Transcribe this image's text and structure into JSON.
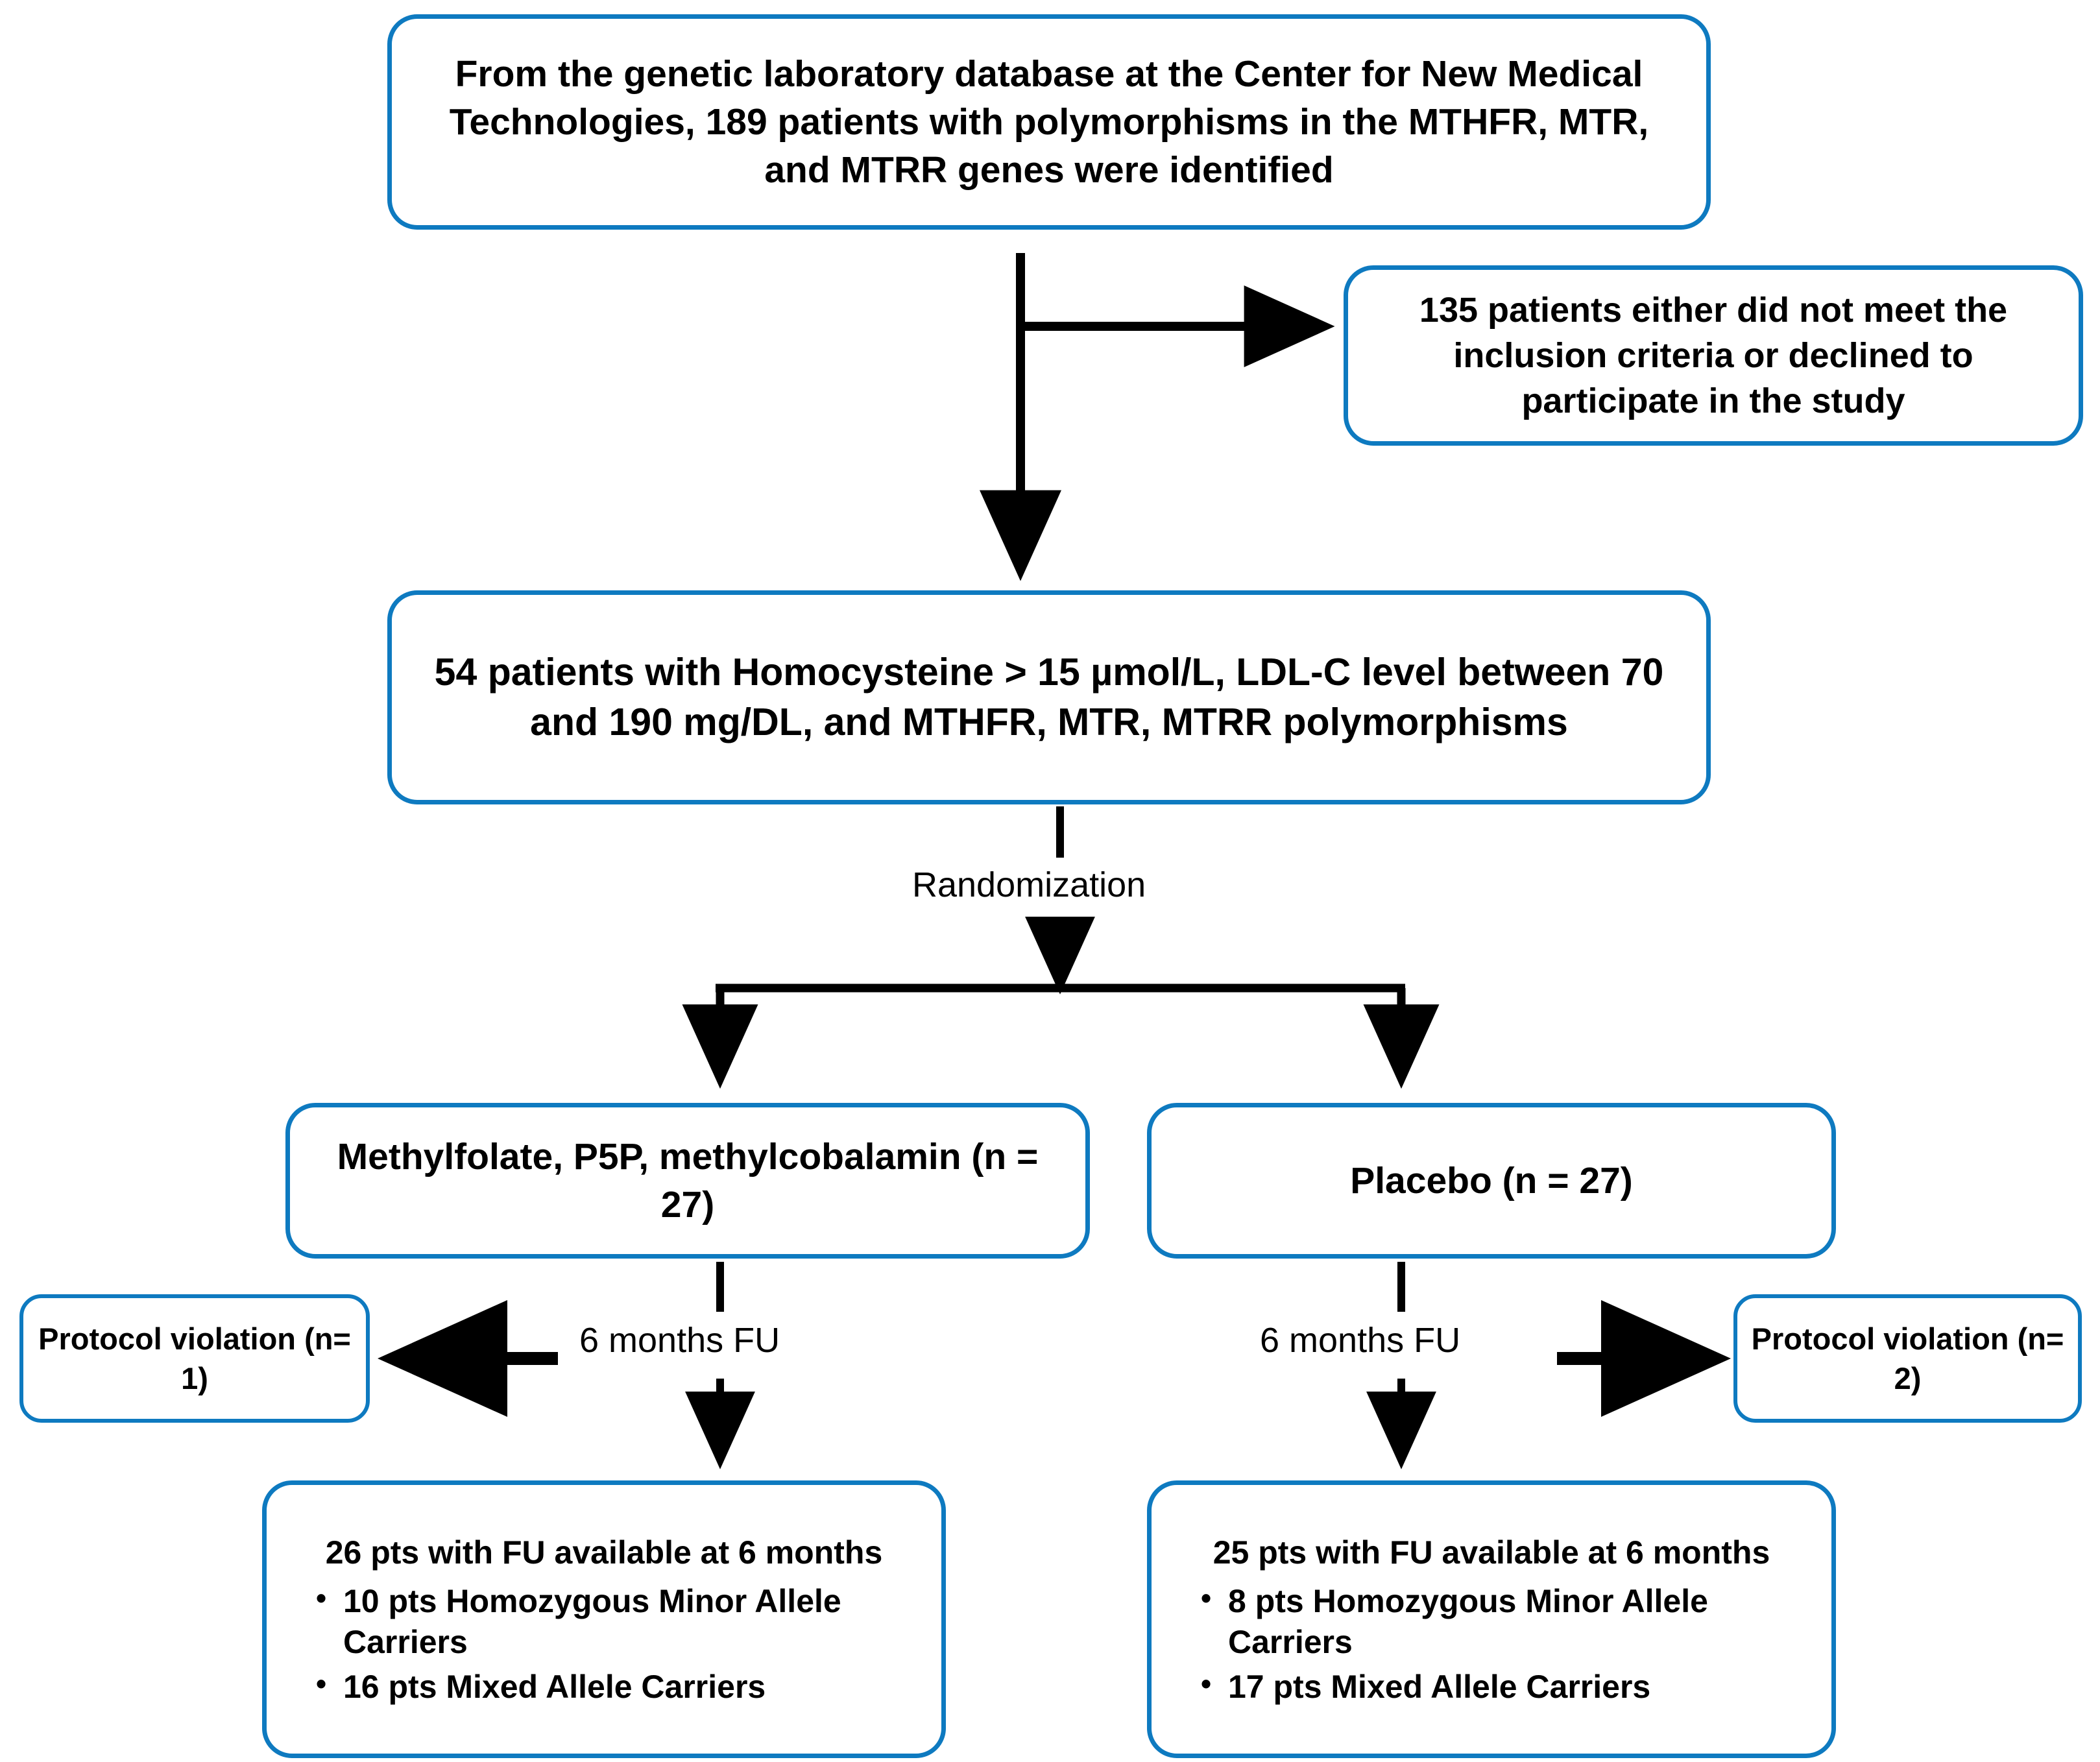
{
  "diagram": {
    "title": "CONSORT-style patient flow diagram",
    "accent_color": "#0e7ac0",
    "line_color": "#000000",
    "background": "#ffffff"
  },
  "nodes": {
    "source": {
      "text": "From the genetic laboratory database at the Center for New Medical Technologies, 189 patients with polymorphisms in the MTHFR, MTR, and MTRR genes were identified",
      "count": 189
    },
    "excluded": {
      "text": "135 patients either did not meet the inclusion criteria or declined to participate in the study",
      "count": 135
    },
    "eligible": {
      "text": "54 patients with Homocysteine > 15 µmol/L, LDL-C level between 70 and 190 mg/DL, and MTHFR, MTR, MTRR polymorphisms",
      "count": 54
    },
    "treatment": {
      "text": "Methylfolate, P5P, methylcobalamin (n = 27)",
      "count": 27
    },
    "placebo": {
      "text": "Placebo (n = 27)",
      "count": 27
    },
    "violation_left": {
      "text": "Protocol violation (n= 1)",
      "count": 1
    },
    "violation_right": {
      "text": "Protocol violation (n= 2)",
      "count": 2
    },
    "result_left": {
      "heading": "26 pts with FU available at 6 months",
      "count": 26,
      "bullets": [
        "10 pts Homozygous Minor Allele Carriers",
        "16 pts Mixed Allele Carriers"
      ]
    },
    "result_right": {
      "heading": "25 pts with FU available at 6 months",
      "count": 25,
      "bullets": [
        "8 pts Homozygous Minor Allele Carriers",
        "17 pts Mixed Allele Carriers"
      ]
    }
  },
  "edge_labels": {
    "randomization": "Randomization",
    "followup_left": "6 months FU",
    "followup_right": "6 months FU"
  }
}
